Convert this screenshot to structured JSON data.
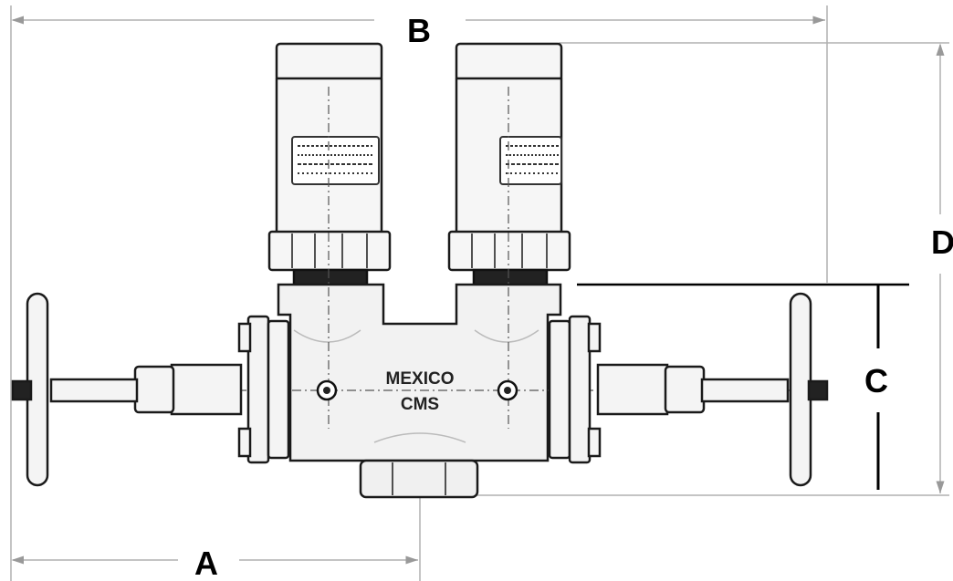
{
  "dimensions": {
    "a": "A",
    "b": "B",
    "c": "C",
    "d": "D"
  },
  "body_marking": {
    "line1": "MEXICO",
    "line2": "CMS"
  },
  "colors": {
    "outline": "#1a1a1a",
    "body_fill": "#f2f2f2",
    "dimension_line": "#b0b0b0",
    "shadow": "#d8d8d8"
  }
}
